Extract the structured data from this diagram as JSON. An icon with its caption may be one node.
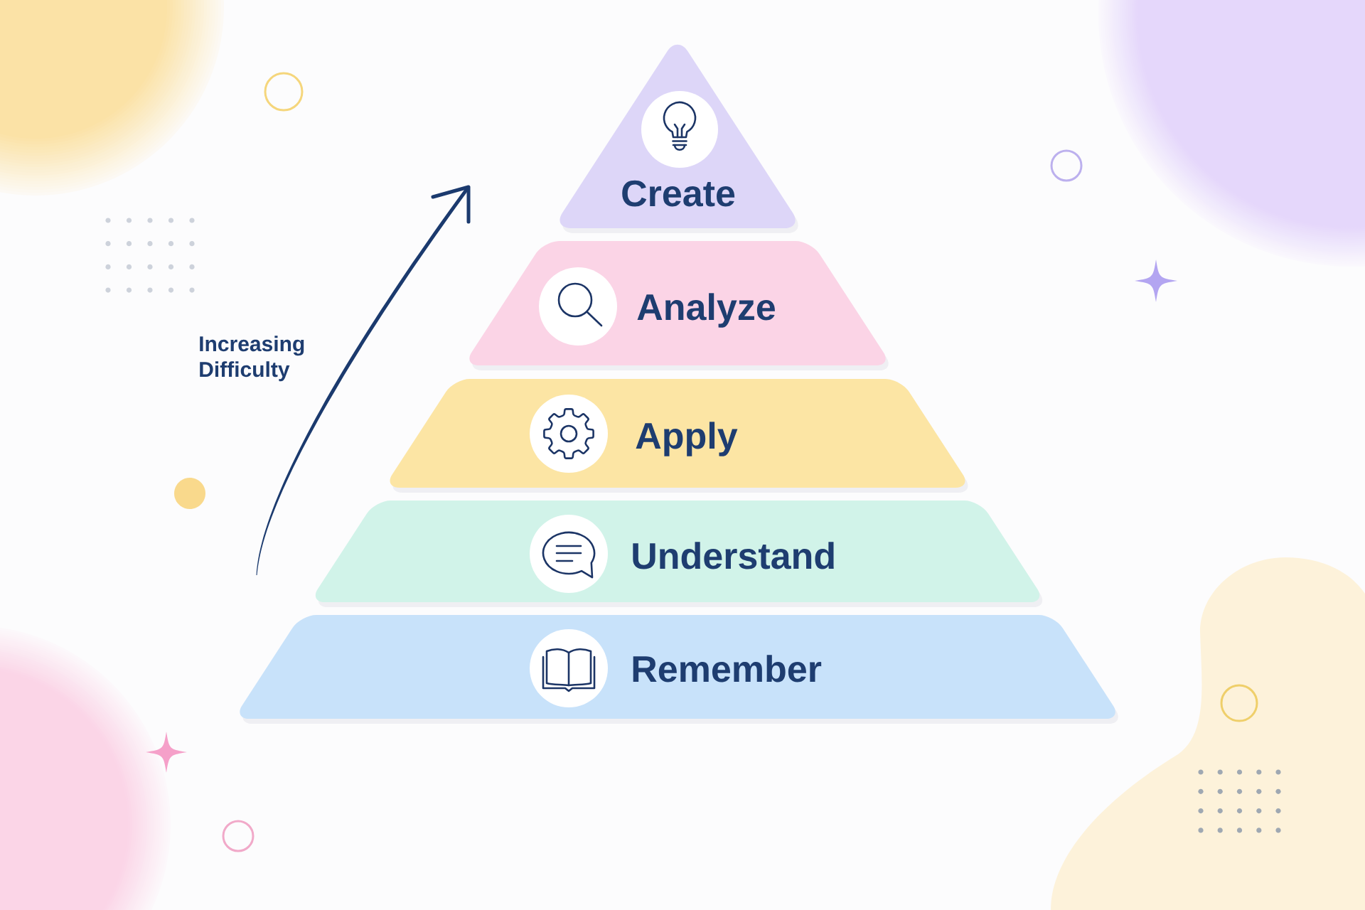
{
  "diagram": {
    "nodes": [
      {
        "text": [
          "Create"
        ]
      },
      {
        "text": [
          "Analyze"
        ]
      },
      {
        "text": [
          "Apply"
        ]
      },
      {
        "text": [
          "Understand"
        ]
      },
      {
        "text": [
          "Remember"
        ]
      }
    ],
    "labels": [
      "Increasing Difficulty"
    ]
  }
}
